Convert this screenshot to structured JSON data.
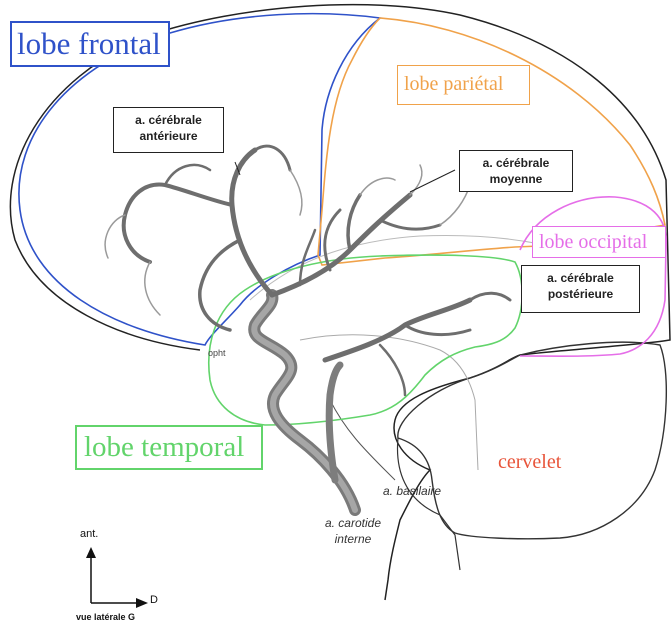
{
  "lobes": {
    "frontal": "lobe frontal",
    "parietal": "lobe pariétal",
    "occipital": "lobe occipital",
    "temporal": "lobe temporal",
    "cervelet": "cervelet"
  },
  "arteries": {
    "anterior": [
      "a. cérébrale",
      "antérieure"
    ],
    "middle": [
      "a. cérébrale",
      "moyenne"
    ],
    "posterior": [
      "a. cérébrale",
      "postérieure"
    ],
    "ophthalmic": "opht",
    "basilar": "a. basilaire",
    "carotid": "a. carotide interne"
  },
  "orientation": {
    "up": "ant.",
    "right": "D",
    "view": "vue latérale G"
  },
  "colors": {
    "frontal": "#2f52c9",
    "parietal": "#f0a24a",
    "occipital": "#e56ee8",
    "temporal": "#62d46b",
    "cervelet": "#e8543a",
    "outline": "#222222",
    "vessel": "#6e6e6e"
  }
}
